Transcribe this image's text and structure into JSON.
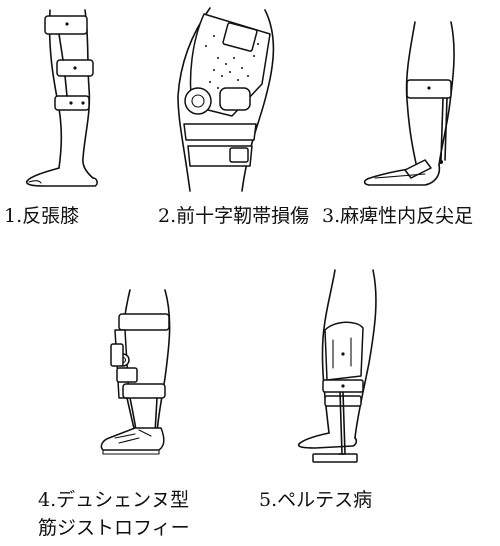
{
  "figures": [
    {
      "caption": "1.反張膝",
      "icon": "knee-hyperextension-brace"
    },
    {
      "caption": "2.前十字靭帯損傷",
      "icon": "acl-knee-brace"
    },
    {
      "caption": "3.麻痺性内反尖足",
      "icon": "ankle-foot-orthosis"
    },
    {
      "caption_line1": "4.デュシェンヌ型",
      "caption_line2": "筋ジストロフィー",
      "icon": "knee-ankle-foot-orthosis"
    },
    {
      "caption": "5.ペルテス病",
      "icon": "perthes-orthosis"
    }
  ]
}
